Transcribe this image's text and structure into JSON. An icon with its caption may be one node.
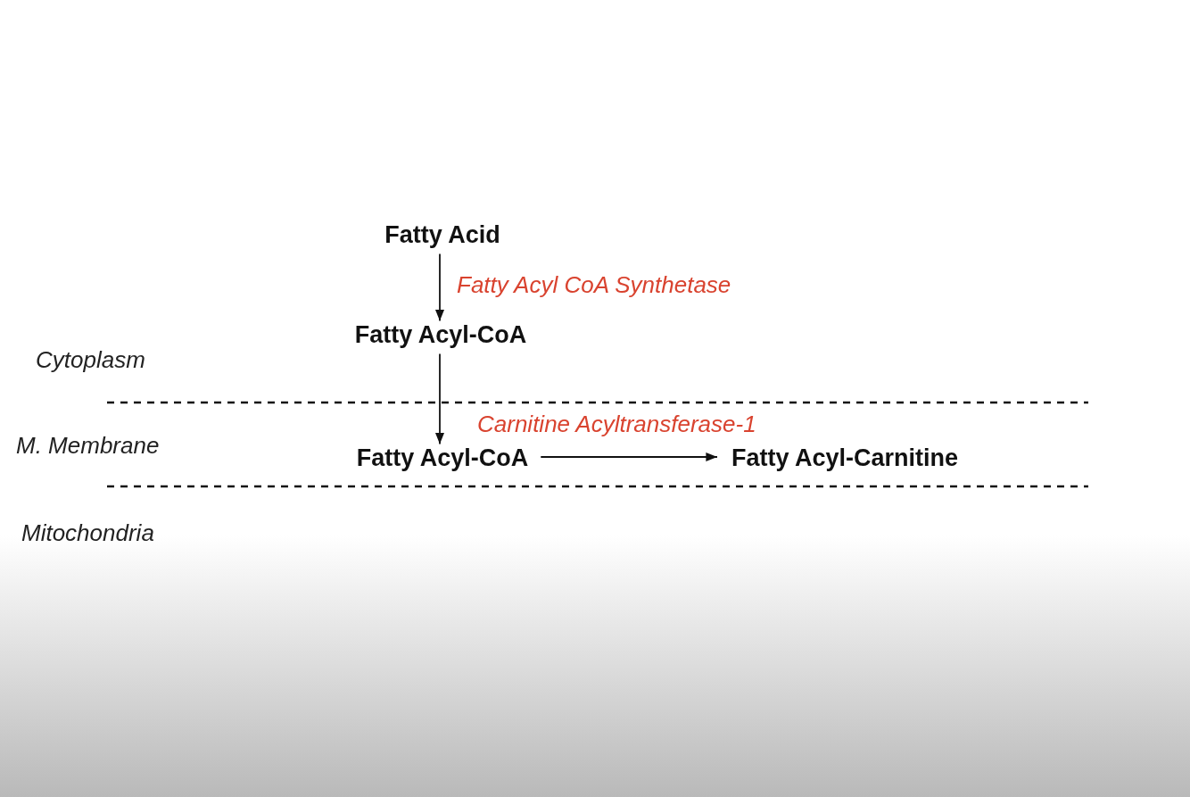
{
  "diagram": {
    "nodes": [
      {
        "text": [
          "Fatty Acid"
        ]
      },
      {
        "text": [
          "Fatty Acyl-CoA"
        ]
      },
      {
        "text": [
          "Fatty Acyl-CoA"
        ]
      },
      {
        "text": [
          "Fatty Acyl-Carnitine"
        ]
      }
    ],
    "edges": [
      {
        "from": 0,
        "to": 1,
        "arrow": "to",
        "label": "Fatty Acyl CoA Synthetase"
      },
      {
        "from": 1,
        "to": 2,
        "arrow": "to"
      },
      {
        "from": 2,
        "to": 3,
        "arrow": "to",
        "label": "Carnitine Acyltransferase-1"
      }
    ],
    "labels": [
      "Cytoplasm",
      "M. Membrane",
      "Mitochondria"
    ]
  }
}
